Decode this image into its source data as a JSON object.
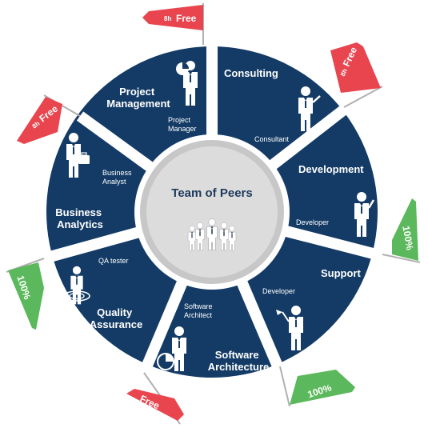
{
  "center": {
    "title": "Team of Peers",
    "icon": "team-group-icon"
  },
  "segments": [
    {
      "id": "consulting",
      "title_lines": [
        "Consulting"
      ],
      "role_lines": [
        "Consultant"
      ],
      "icon": "person-presenting-icon"
    },
    {
      "id": "development",
      "title_lines": [
        "Development"
      ],
      "role_lines": [
        "Developer"
      ],
      "icon": "person-thumbs-up-icon"
    },
    {
      "id": "support",
      "title_lines": [
        "Support"
      ],
      "role_lines": [
        "Developer"
      ],
      "icon": "person-flag-icon"
    },
    {
      "id": "software-architecture",
      "title_lines": [
        "Software",
        "Architecture"
      ],
      "role_lines": [
        "Software",
        "Architect"
      ],
      "icon": "person-pie-chart-icon"
    },
    {
      "id": "quality-assurance",
      "title_lines": [
        "Quality",
        "Assurance"
      ],
      "role_lines": [
        "QA tester"
      ],
      "icon": "person-target-icon"
    },
    {
      "id": "business-analytics",
      "title_lines": [
        "Business",
        "Analytics"
      ],
      "role_lines": [
        "Business",
        "Analyst"
      ],
      "icon": "person-briefcase-icon"
    },
    {
      "id": "project-management",
      "title_lines": [
        "Project",
        "Management"
      ],
      "role_lines": [
        "Project",
        "Manager"
      ],
      "icon": "person-chart-icon"
    }
  ],
  "flags": [
    {
      "id": "top",
      "prefix": "8h",
      "label": "Free",
      "color": "#e8454f"
    },
    {
      "id": "upper-right",
      "prefix": "8h",
      "label": "Free",
      "color": "#e8454f"
    },
    {
      "id": "upper-left",
      "prefix": "8h",
      "label": "Free",
      "color": "#e8454f"
    },
    {
      "id": "right",
      "prefix": "",
      "label": "100%",
      "color": "#5cb85c"
    },
    {
      "id": "left",
      "prefix": "",
      "label": "100%",
      "color": "#5cb85c"
    },
    {
      "id": "lower-right",
      "prefix": "",
      "label": "100%",
      "color": "#5cb85c"
    },
    {
      "id": "bottom",
      "prefix": "",
      "label": "Free",
      "color": "#e8454f"
    }
  ],
  "colors": {
    "segment": "#133b66",
    "center": "#dcdcdc",
    "ring": "#c7c7c7",
    "divider": "#ffffff"
  }
}
